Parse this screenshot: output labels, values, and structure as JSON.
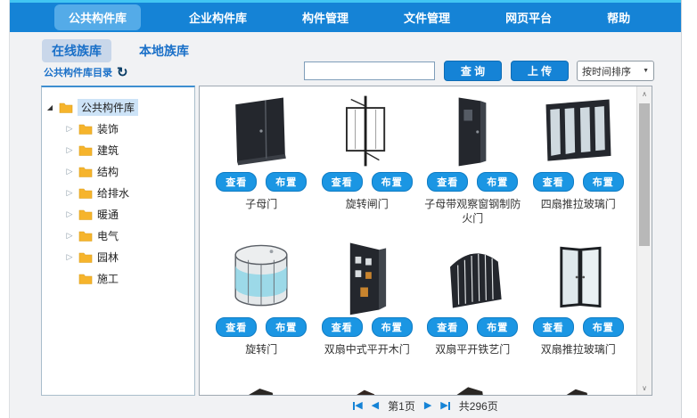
{
  "navbar": {
    "items": [
      {
        "label": "公共构件库",
        "active": true
      },
      {
        "label": "企业构件库",
        "active": false
      },
      {
        "label": "构件管理",
        "active": false
      },
      {
        "label": "文件管理",
        "active": false
      },
      {
        "label": "网页平台",
        "active": false
      },
      {
        "label": "帮助",
        "active": false
      }
    ]
  },
  "tabs": {
    "online": "在线族库",
    "local": "本地族库"
  },
  "catalog": {
    "title": "公共构件库目录",
    "refresh_glyph": "↻"
  },
  "toolbar": {
    "search_value": "",
    "query_label": "查 询",
    "upload_label": "上 传",
    "sort_label": "按时间排序",
    "sort_arrow": "▼"
  },
  "tree": {
    "root": "公共构件库",
    "children": [
      "装饰",
      "建筑",
      "结构",
      "给排水",
      "暖通",
      "电气",
      "园林",
      "施工"
    ]
  },
  "grid": {
    "view_label": "查看",
    "place_label": "布置",
    "items": [
      {
        "name": "子母门"
      },
      {
        "name": "旋转闸门"
      },
      {
        "name": "子母带观察窗钢制防火门"
      },
      {
        "name": "四扇推拉玻璃门"
      },
      {
        "name": "旋转门"
      },
      {
        "name": "双扇中式平开木门"
      },
      {
        "name": "双扇平开铁艺门"
      },
      {
        "name": "双扇推拉玻璃门"
      }
    ]
  },
  "pagination": {
    "prev_glyph": "◀",
    "next_glyph": "▶",
    "current": "第1页",
    "total": "共296页"
  },
  "scrollbar": {
    "up_glyph": "∧",
    "down_glyph": "∨"
  },
  "colors": {
    "navbar_blue": "#1583d6",
    "active_pill_blue": "#54abe8",
    "top_strip_cyan": "#41c5f2",
    "button_blue": "#1b96e3",
    "tab_active_bg": "#c9d7ea",
    "link_blue": "#1a70c8",
    "folder_yellow": "#f6b42c",
    "tree_selection": "#cde3f7"
  }
}
